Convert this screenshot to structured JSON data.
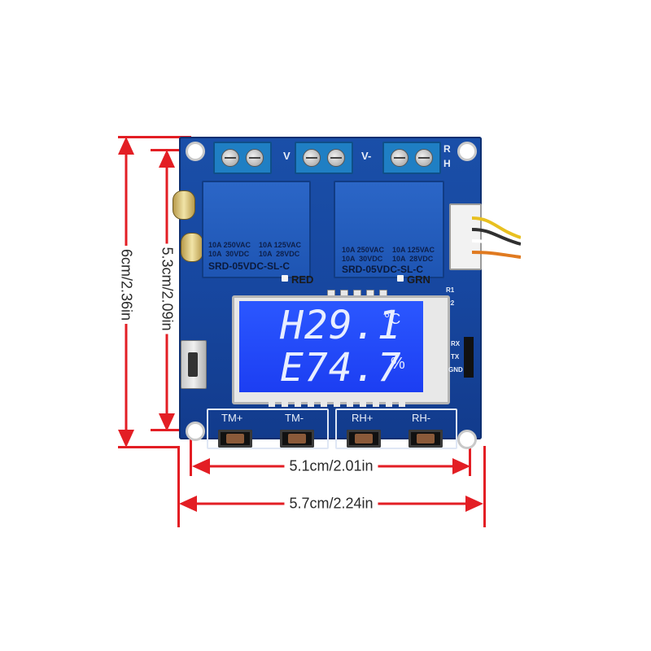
{
  "dimensions": {
    "height_outer": "6cm/2.36in",
    "height_inner": "5.3cm/2.09in",
    "width_inner": "5.1cm/2.01in",
    "width_outer": "5.7cm/2.24in"
  },
  "board": {
    "terminal_labels": {
      "v_plus": "V",
      "v_minus": "V-",
      "rh_r": "R",
      "rh_h": "H"
    },
    "relay1": {
      "spec_left": "10A 250VAC\n10A  30VDC",
      "spec_right": "10A 125VAC\n10A  28VDC",
      "model": "SRD-05VDC-SL-C"
    },
    "relay2": {
      "spec_left": "10A 250VAC\n10A  30VDC",
      "spec_right": "10A 125VAC\n10A  28VDC",
      "model": "SRD-05VDC-SL-C"
    },
    "led_labels": {
      "red": "RED",
      "green": "GRN"
    },
    "side_labels": {
      "r1": "R1",
      "r2": "R2",
      "rx": "RX",
      "tx": "TX",
      "gnd": "GND"
    },
    "buttons": [
      "TM+",
      "TM-",
      "RH+",
      "RH-"
    ]
  },
  "display": {
    "line1": "H29.1",
    "line1_unit": "°C",
    "line2": "E74.7",
    "line2_unit": "%"
  },
  "colors": {
    "pcb": "#1a4fa8",
    "lcd": "#1c3ef2",
    "arrow": "#e31e24"
  }
}
